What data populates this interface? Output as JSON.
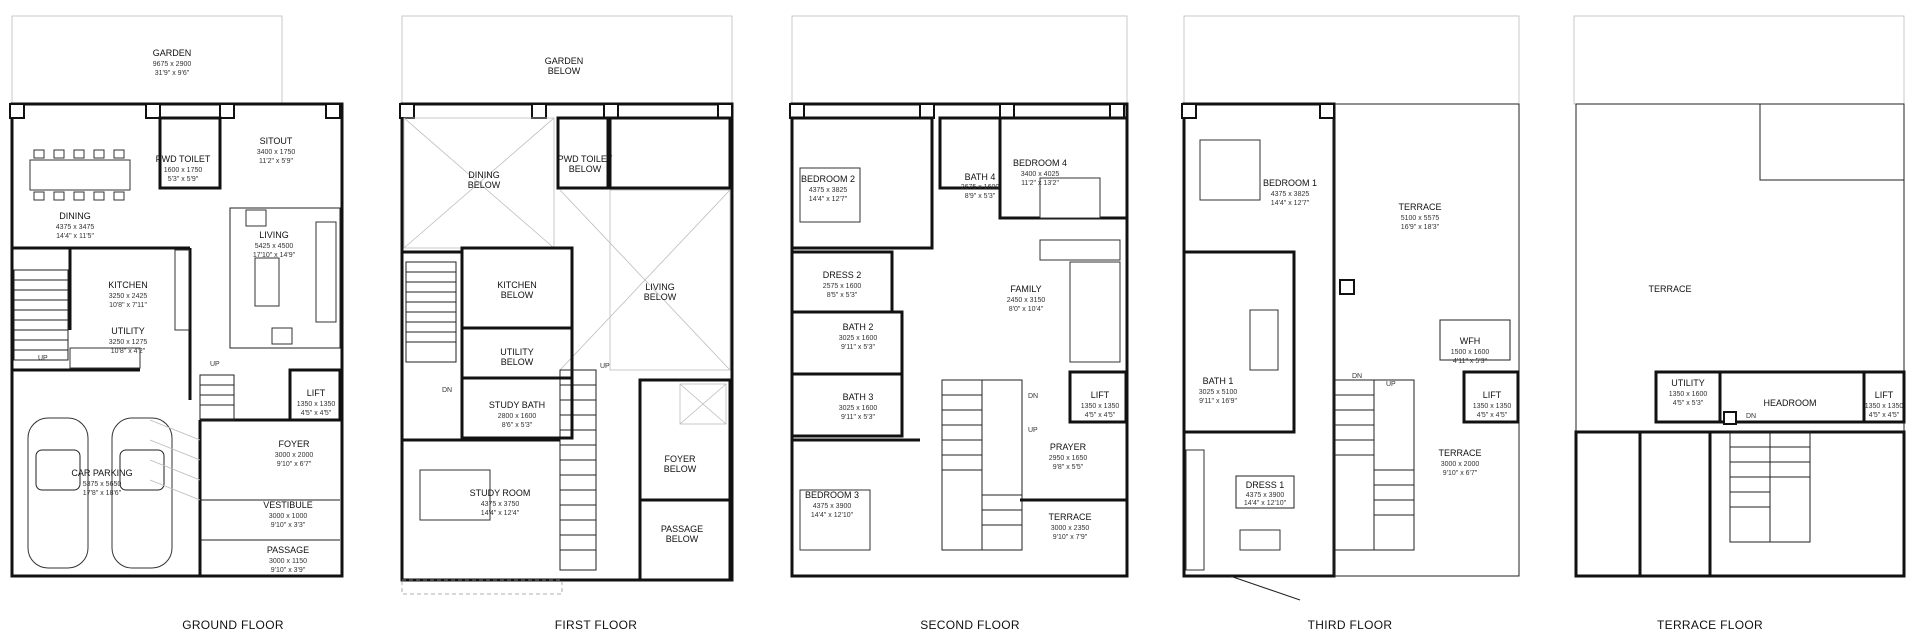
{
  "floors": [
    {
      "caption": "GROUND FLOOR",
      "rooms": [
        {
          "name": "GARDEN",
          "dim1": "9675 x 2900",
          "dim2": "31'9\" x 9'6\""
        },
        {
          "name": "PWD TOILET",
          "dim1": "1600 x 1750",
          "dim2": "5'3\" x 5'9\""
        },
        {
          "name": "SITOUT",
          "dim1": "3400 x 1750",
          "dim2": "11'2\" x 5'9\""
        },
        {
          "name": "DINING",
          "dim1": "4375 x 3475",
          "dim2": "14'4\" x 11'5\""
        },
        {
          "name": "LIVING",
          "dim1": "5425 x 4500",
          "dim2": "17'10\" x 14'9\""
        },
        {
          "name": "KITCHEN",
          "dim1": "3250 x 2425",
          "dim2": "10'8\" x 7'11\""
        },
        {
          "name": "UTILITY",
          "dim1": "3250 x 1275",
          "dim2": "10'8\" x 4'2\""
        },
        {
          "name": "LIFT",
          "dim1": "1350 x 1350",
          "dim2": "4'5\" x 4'5\""
        },
        {
          "name": "FOYER",
          "dim1": "3000 x 2000",
          "dim2": "9'10\" x 6'7\""
        },
        {
          "name": "CAR PARKING",
          "dim1": "5375 x 5650",
          "dim2": "17'8\" x 18'6\""
        },
        {
          "name": "VESTIBULE",
          "dim1": "3000 x 1000",
          "dim2": "9'10\" x 3'3\""
        },
        {
          "name": "PASSAGE",
          "dim1": "3000 x 1150",
          "dim2": "9'10\" x 3'9\""
        }
      ],
      "marks": [
        "UP",
        "UP"
      ]
    },
    {
      "caption": "FIRST FLOOR",
      "rooms": [
        {
          "name": "GARDEN",
          "dim1": "BELOW"
        },
        {
          "name": "PWD TOILET",
          "dim1": "BELOW"
        },
        {
          "name": "DINING",
          "dim1": "BELOW"
        },
        {
          "name": "KITCHEN",
          "dim1": "BELOW"
        },
        {
          "name": "LIVING",
          "dim1": "BELOW"
        },
        {
          "name": "UTILITY",
          "dim1": "BELOW"
        },
        {
          "name": "STUDY BATH",
          "dim1": "2800 x 1600",
          "dim2": "8'6\" x 5'3\""
        },
        {
          "name": "STUDY ROOM",
          "dim1": "4375 x 3750",
          "dim2": "14'4\" x 12'4\""
        },
        {
          "name": "FOYER",
          "dim1": "BELOW"
        },
        {
          "name": "PASSAGE",
          "dim1": "BELOW"
        }
      ],
      "marks": [
        "DN",
        "UP"
      ]
    },
    {
      "caption": "SECOND FLOOR",
      "rooms": [
        {
          "name": "BEDROOM 2",
          "dim1": "4375 x 3825",
          "dim2": "14'4\" x 12'7\""
        },
        {
          "name": "BATH 4",
          "dim1": "2675 x 1600",
          "dim2": "8'9\" x 5'3\""
        },
        {
          "name": "BEDROOM 4",
          "dim1": "3400 x 4025",
          "dim2": "11'2\" x 13'2\""
        },
        {
          "name": "DRESS 2",
          "dim1": "2575 x 1600",
          "dim2": "8'5\" x 5'3\""
        },
        {
          "name": "FAMILY",
          "dim1": "2450 x 3150",
          "dim2": "8'0\" x 10'4\""
        },
        {
          "name": "BATH 2",
          "dim1": "3025 x 1600",
          "dim2": "9'11\" x 5'3\""
        },
        {
          "name": "BATH 3",
          "dim1": "3025 x 1600",
          "dim2": "9'11\" x 5'3\""
        },
        {
          "name": "LIFT",
          "dim1": "1350 x 1350",
          "dim2": "4'5\" x 4'5\""
        },
        {
          "name": "PRAYER",
          "dim1": "2950 x 1650",
          "dim2": "9'8\" x 5'5\""
        },
        {
          "name": "BEDROOM 3",
          "dim1": "4375 x 3900",
          "dim2": "14'4\" x 12'10\""
        },
        {
          "name": "TERRACE",
          "dim1": "3000 x 2350",
          "dim2": "9'10\" x 7'9\""
        }
      ],
      "marks": [
        "DN",
        "UP"
      ]
    },
    {
      "caption": "THIRD FLOOR",
      "rooms": [
        {
          "name": "BEDROOM 1",
          "dim1": "4375 x 3825",
          "dim2": "14'4\" x 12'7\""
        },
        {
          "name": "TERRACE",
          "dim1": "5100 x 5575",
          "dim2": "16'9\" x 18'3\""
        },
        {
          "name": "WFH",
          "dim1": "1500 x 1600",
          "dim2": "4'11\" x 5'3\""
        },
        {
          "name": "BATH 1",
          "dim1": "3025 x 5100",
          "dim2": "9'11\" x 16'9\""
        },
        {
          "name": "LIFT",
          "dim1": "1350 x 1350",
          "dim2": "4'5\" x 4'5\""
        },
        {
          "name": "TERRACE",
          "dim1": "3000 x 2000",
          "dim2": "9'10\" x 6'7\""
        },
        {
          "name": "DRESS 1",
          "dim1": "4375 x 3900",
          "dim2": "14'4\" x 12'10\""
        }
      ],
      "marks": [
        "DN",
        "UP"
      ]
    },
    {
      "caption": "TERRACE FLOOR",
      "rooms": [
        {
          "name": "TERRACE"
        },
        {
          "name": "UTILITY",
          "dim1": "1350 x 1600",
          "dim2": "4'5\" x 5'3\""
        },
        {
          "name": "HEADROOM"
        },
        {
          "name": "LIFT",
          "dim1": "1350 x 1350",
          "dim2": "4'5\" x 4'5\""
        }
      ],
      "marks": [
        "DN"
      ]
    }
  ]
}
